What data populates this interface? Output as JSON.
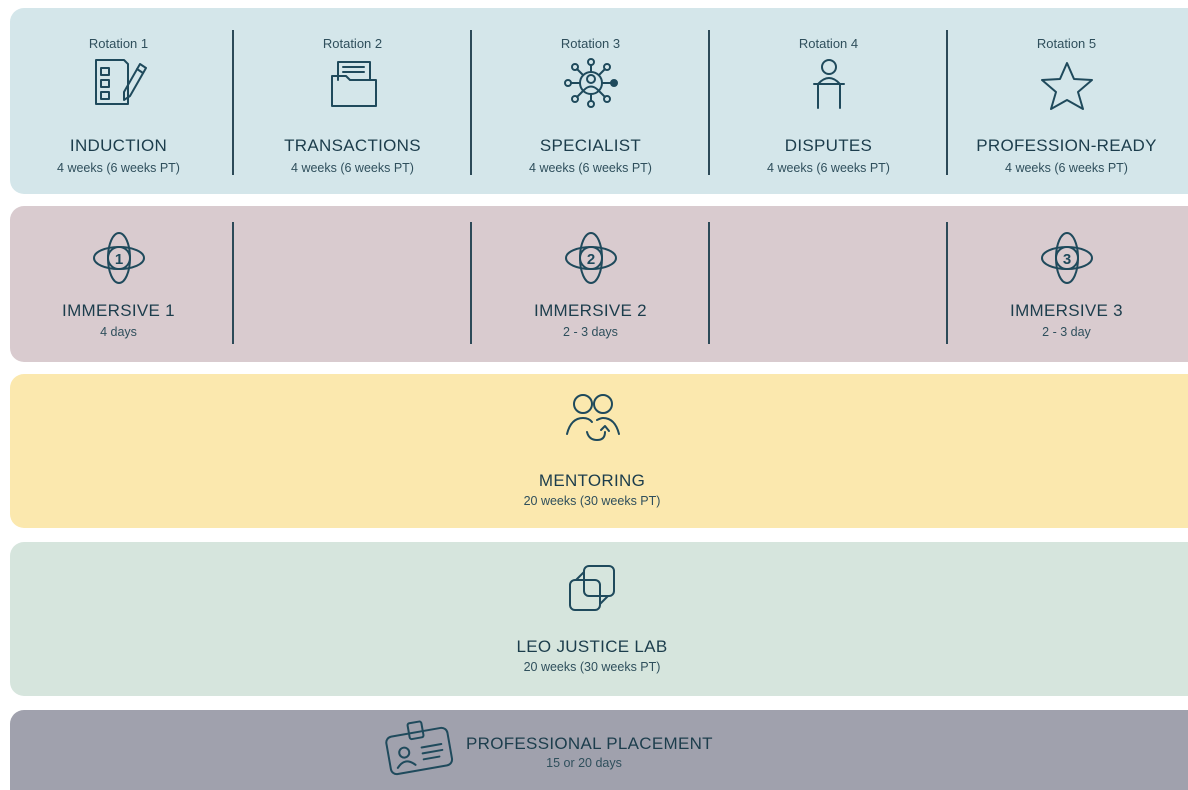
{
  "rotations": [
    {
      "label": "Rotation 1",
      "title": "INDUCTION",
      "duration": "4 weeks (6 weeks PT)",
      "icon": "checklist-pen-icon"
    },
    {
      "label": "Rotation 2",
      "title": "TRANSACTIONS",
      "duration": "4 weeks (6 weeks PT)",
      "icon": "folder-document-icon"
    },
    {
      "label": "Rotation 3",
      "title": "SPECIALIST",
      "duration": "4 weeks (6 weeks PT)",
      "icon": "network-person-icon"
    },
    {
      "label": "Rotation 4",
      "title": "DISPUTES",
      "duration": "4 weeks (6 weeks PT)",
      "icon": "lectern-speaker-icon"
    },
    {
      "label": "Rotation 5",
      "title": "PROFESSION-READY",
      "duration": "4 weeks (6 weeks PT)",
      "icon": "star-icon"
    }
  ],
  "immersives": [
    {
      "number": "1",
      "title": "IMMERSIVE 1",
      "duration": "4 days"
    },
    {
      "number": "2",
      "title": "IMMERSIVE 2",
      "duration": "2 - 3 days"
    },
    {
      "number": "3",
      "title": "IMMERSIVE 3",
      "duration": "2 - 3 day"
    }
  ],
  "mentoring": {
    "title": "MENTORING",
    "duration": "20 weeks (30 weeks PT)",
    "icon": "mentoring-people-icon"
  },
  "justice_lab": {
    "title": "LEO JUSTICE LAB",
    "duration": "20 weeks (30 weeks PT)",
    "icon": "layered-squares-icon"
  },
  "placement": {
    "title": "PROFESSIONAL PLACEMENT",
    "duration": "15 or 20 days",
    "icon": "id-badge-icon"
  },
  "colors": {
    "rotations_band": "#d4e6ea",
    "immersives_band": "#d9cbcf",
    "mentoring_band": "#fbe8ae",
    "justice_lab_band": "#d6e5dd",
    "placement_band": "#a0a1ad",
    "ink": "#1f4a5c"
  }
}
